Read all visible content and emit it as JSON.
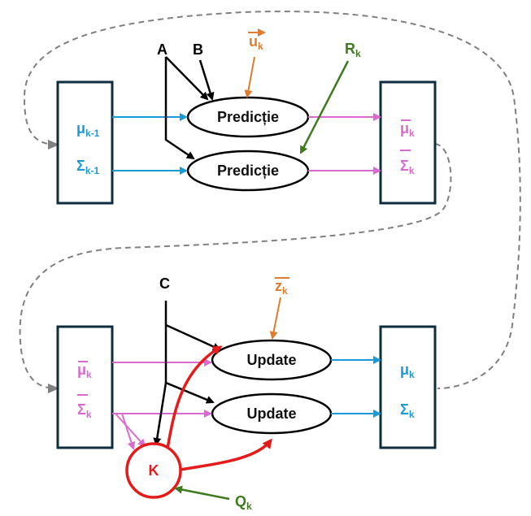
{
  "colors": {
    "box_border": "#0e2e3e",
    "cyan": "#1a9bd7",
    "pink": "#d96bd0",
    "orange": "#e07b2e",
    "green": "#3f7a1f",
    "red": "#e41b1b",
    "black": "#000000",
    "dashed": "#808080"
  },
  "top": {
    "left_box": {
      "mu": "μ",
      "mu_sub": "k-1",
      "sigma": "Σ",
      "sigma_sub": "k-1"
    },
    "right_box": {
      "mu": "μ̄",
      "mu_sub": "k",
      "sigma": "Σ",
      "sigma_sub": "k"
    },
    "input_a": "A",
    "input_b": "B",
    "control": {
      "base": "u",
      "sub": "k"
    },
    "noise": {
      "base": "R",
      "sub": "k"
    },
    "oval_1": "Predicție",
    "oval_2": "Predicție"
  },
  "bottom": {
    "left_box": {
      "mu": "μ̄",
      "mu_sub": "k",
      "sigma": "Σ",
      "sigma_sub": "k"
    },
    "right_box": {
      "mu": "μ",
      "mu_sub": "k",
      "sigma": "Σ",
      "sigma_sub": "k"
    },
    "input_c": "C",
    "measurement": {
      "base": "z",
      "sub": "k"
    },
    "oval_1": "Update",
    "oval_2": "Update",
    "gain": "K",
    "noise": {
      "base": "Q",
      "sub": "k"
    }
  }
}
